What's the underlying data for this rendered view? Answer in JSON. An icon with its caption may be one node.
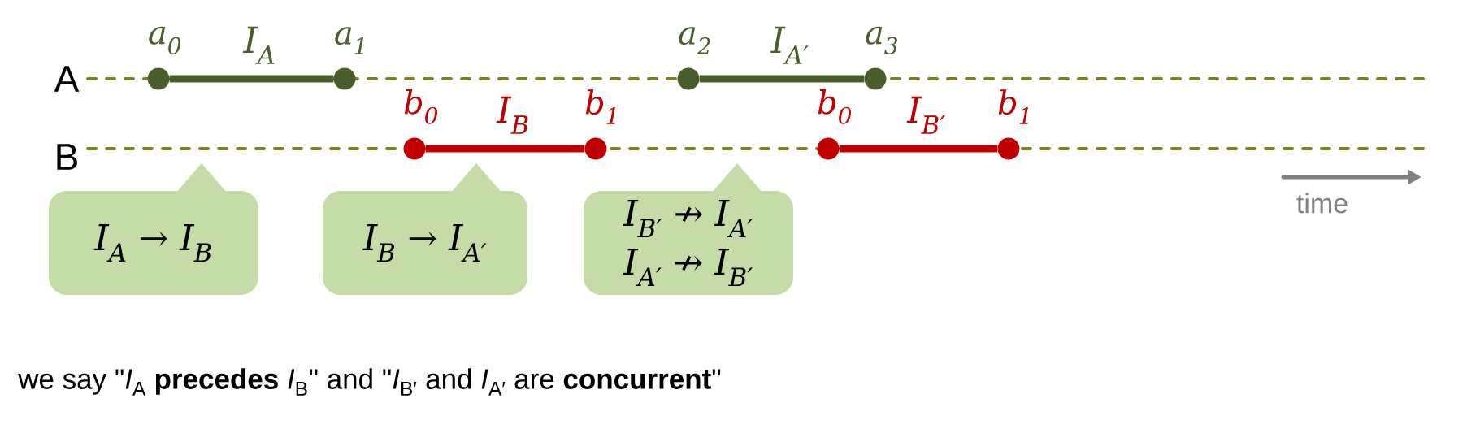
{
  "diagram": {
    "nodes": [
      {
        "text": [],
        "shape": "circle",
        "beside": [
          "a$_{0}$"
        ]
      },
      {
        "text": [],
        "shape": "circle",
        "beside": [
          "a$_{1}$"
        ]
      },
      {
        "text": [],
        "shape": "circle",
        "beside": [
          "a$_{2}$"
        ]
      },
      {
        "text": [],
        "shape": "circle",
        "beside": [
          "a$_{3}$"
        ]
      },
      {
        "text": [],
        "shape": "circle",
        "beside": [
          "b$_{0}$"
        ]
      },
      {
        "text": [],
        "shape": "circle",
        "beside": [
          "b$_{1}$"
        ]
      },
      {
        "text": [],
        "shape": "circle",
        "beside": [
          "b$_{0}$"
        ]
      },
      {
        "text": [],
        "shape": "circle",
        "beside": [
          "b$_{1}$"
        ]
      },
      {
        "text": [
          "I$_{A}$ → I$_{B}$"
        ]
      },
      {
        "text": [
          "I$_{B}$ → I$_{A′}$"
        ]
      },
      {
        "text": [
          "I$_{B′}$ ↛ I$_{A′}$",
          "I$_{A′}$ ↛ I$_{B′}$"
        ]
      }
    ],
    "edges": [
      {
        "from": 0,
        "to": 1,
        "arrow": "none",
        "label": "I$_{A}$",
        "color": "#4a5e2c"
      },
      {
        "from": 2,
        "to": 3,
        "arrow": "none",
        "label": "I$_{A′}$",
        "color": "#4a5e2c"
      },
      {
        "from": 4,
        "to": 5,
        "arrow": "none",
        "label": "I$_{B}$",
        "color": "#c00000"
      },
      {
        "from": 6,
        "to": 7,
        "arrow": "none",
        "label": "I$_{B′}$",
        "color": "#c00000"
      }
    ],
    "labels": [
      "A",
      "B",
      "time",
      "we say \"*I*$_{A}$ **precedes** *I*$_{B}$\" and \"*I*$_{B′}$ and *I*$_{A′}$ are **concurrent**\""
    ]
  }
}
